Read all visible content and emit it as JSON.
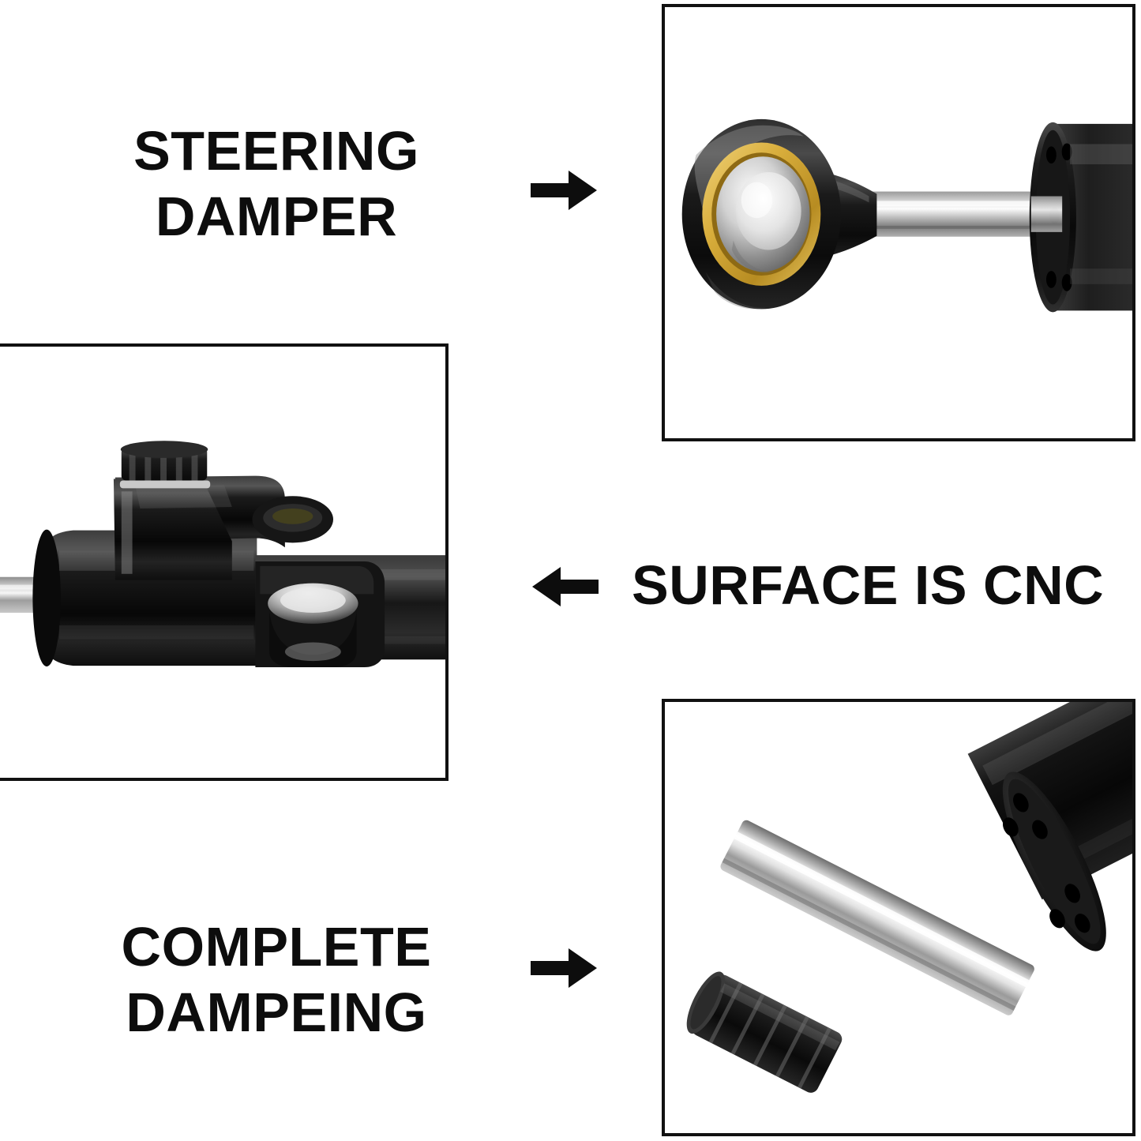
{
  "page": {
    "background_color": "#ffffff",
    "text_color": "#0d0d0d",
    "border_color": "#111111"
  },
  "labels": {
    "steering_damper": "STEERING\nDAMPER",
    "surface_is_cnc": "SURFACE IS CNC",
    "complete_dampeing": "COMPLETE\nDAMPEING"
  },
  "arrows": {
    "top": "arrow-right",
    "middle": "arrow-left",
    "bottom": "arrow-right"
  },
  "panels": [
    {
      "id": "rod-end",
      "name": "steering-damper-rod-end-photo",
      "caption_link": "steering_damper",
      "subject": "rod end bearing with gold ring, chrome shaft and black cylinder body"
    },
    {
      "id": "mount",
      "name": "cnc-surface-mount-photo",
      "caption_link": "surface_is_cnc",
      "subject": "CNC machined damper clamp with adjustment knob and spherical pivot"
    },
    {
      "id": "shaft",
      "name": "complete-dampeing-shaft-photo",
      "caption_link": "complete_dampeing",
      "subject": "chrome damper shaft with ribbed black end cap and bolt flange"
    }
  ],
  "product_colors": {
    "body_black": "#121212",
    "highlight_black": "#3a3a3a",
    "gold_ring": "#d9ae3c",
    "chrome_light": "#f2f2f2",
    "chrome_mid": "#b9b9b9",
    "chrome_dark": "#6e6e6e"
  }
}
